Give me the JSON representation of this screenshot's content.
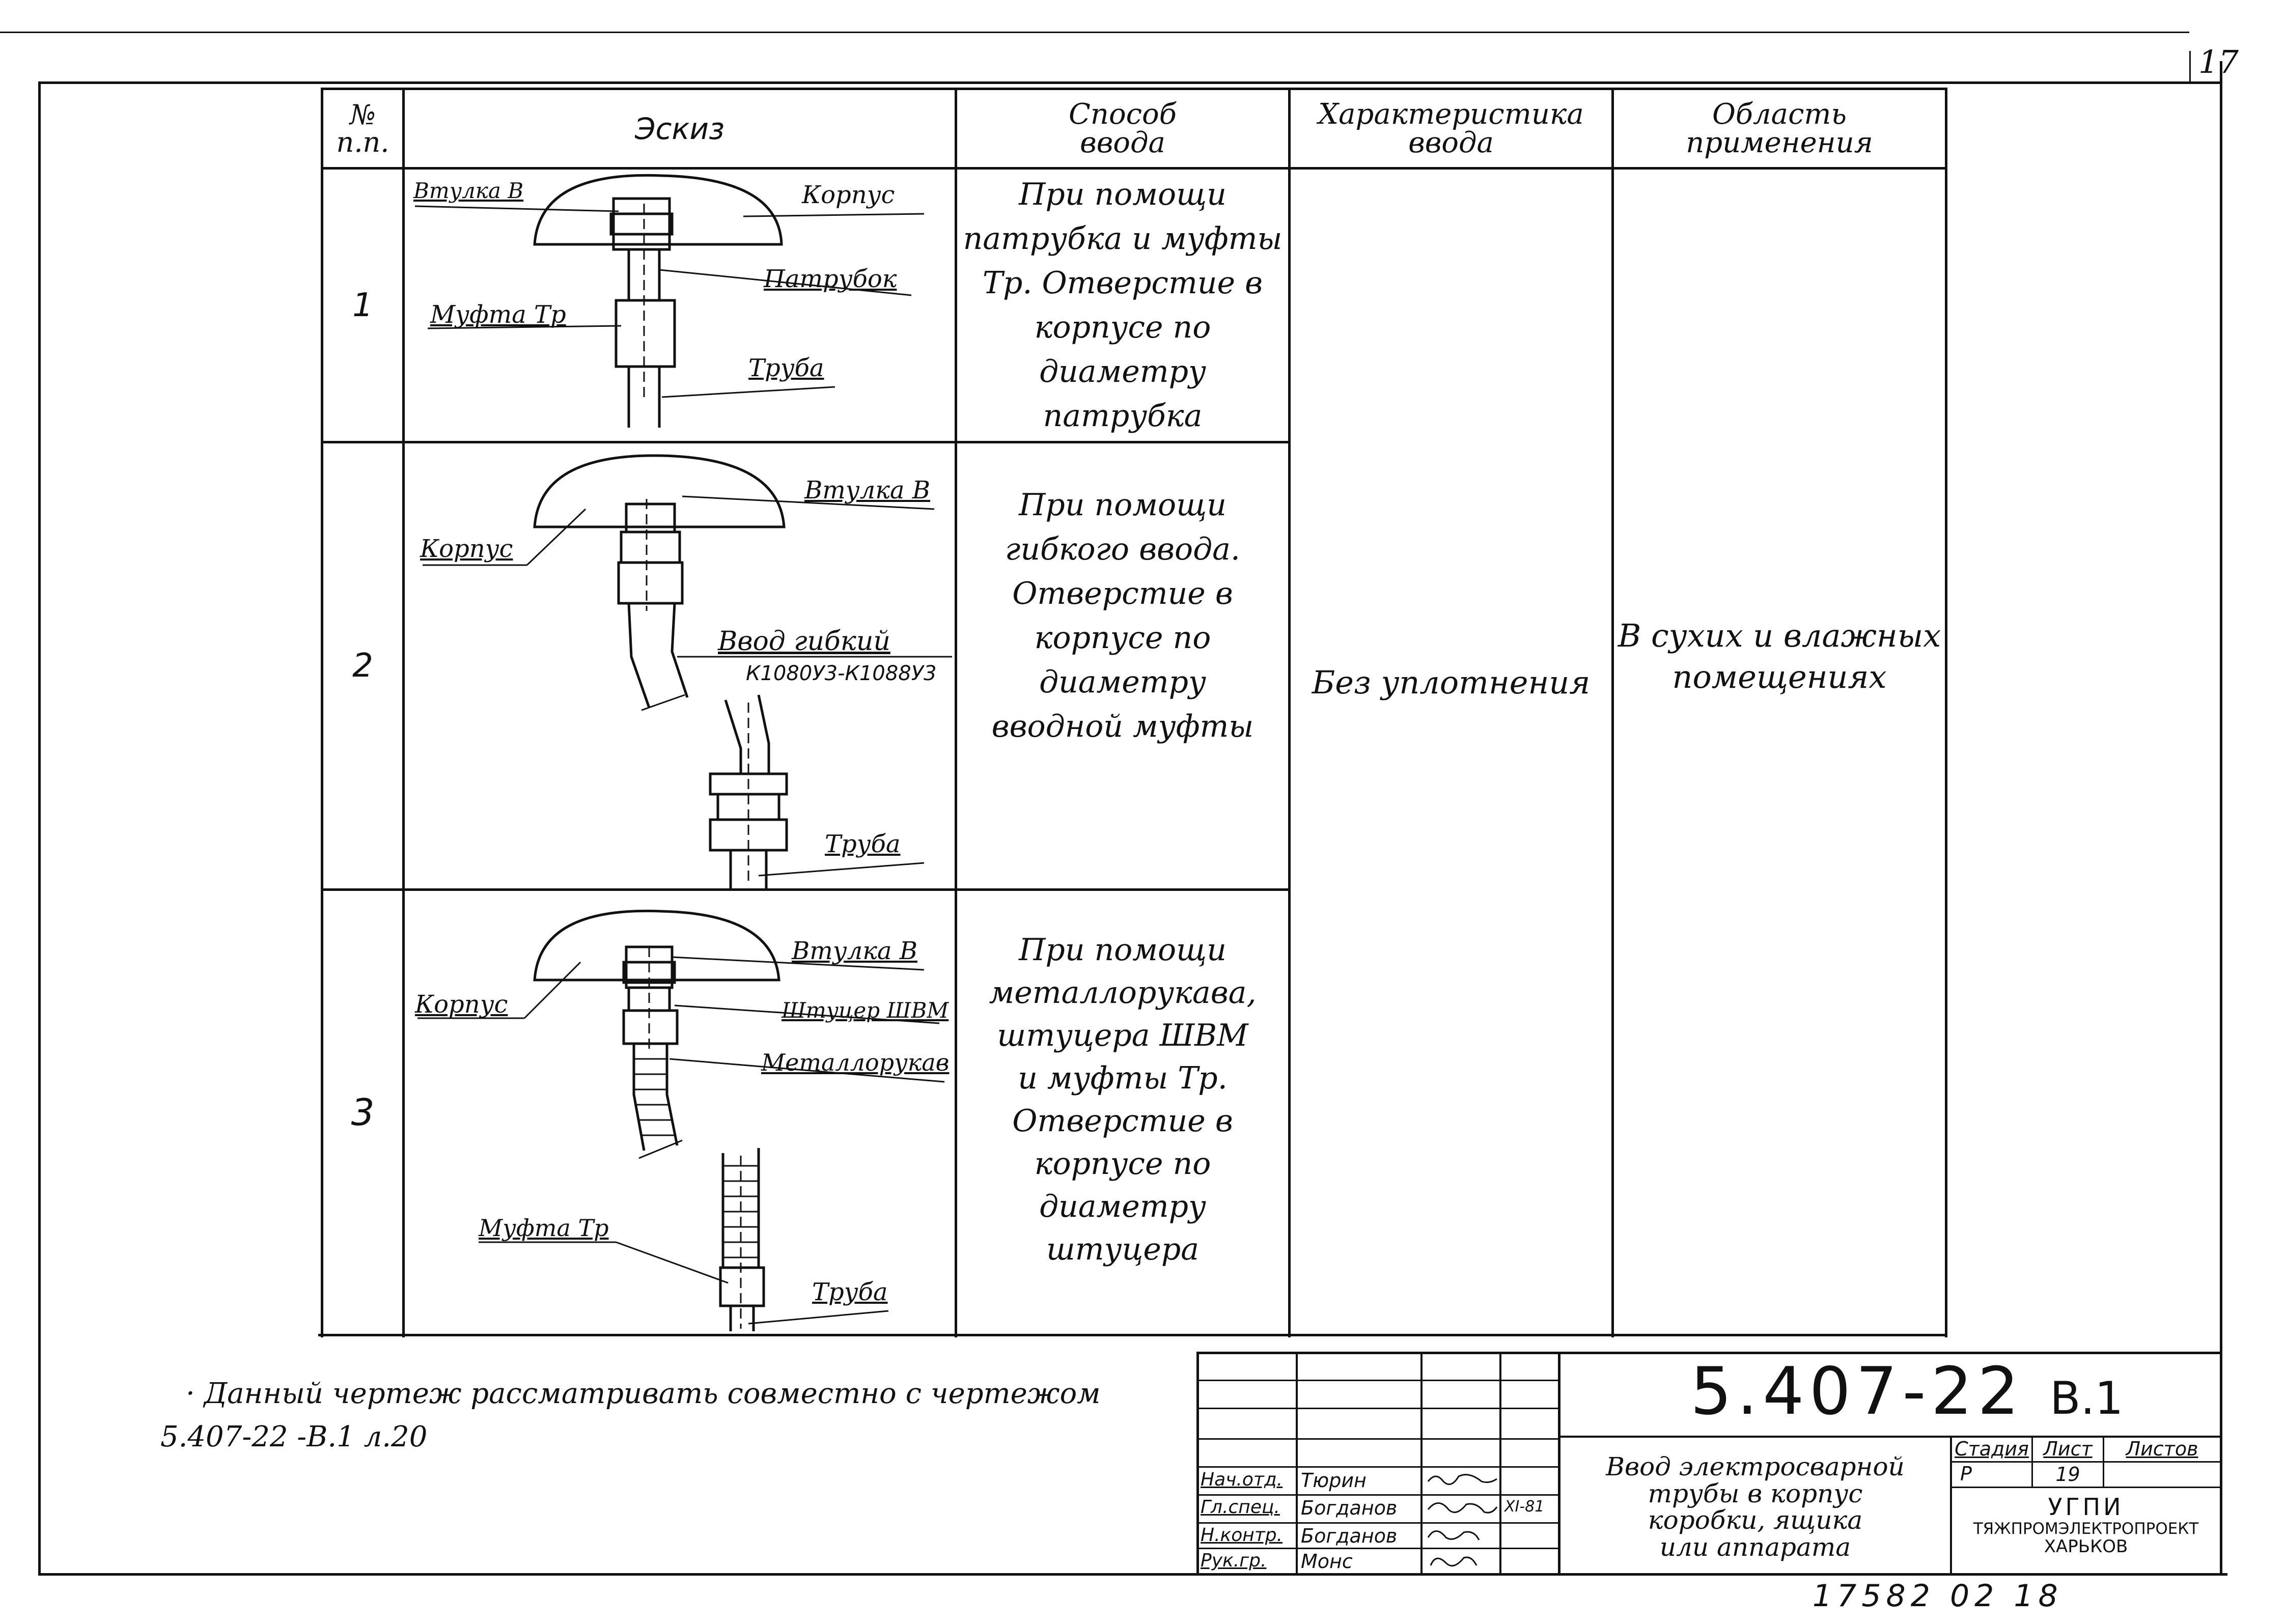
{
  "sheet_number": "17",
  "header": {
    "num_col": "№\nп.п.",
    "sketch": "Эскиз",
    "method": "Способ\nввода",
    "characteristic": "Характеристика\nввода",
    "scope": "Область\nприменения"
  },
  "rows": [
    {
      "num": "1",
      "method": "При помощи\nпатрубка и муфты\nТр. Отверстие в\nкорпусе по диаметру\nпатрубка",
      "labels": {
        "bushing": "Втулка В",
        "body": "Корпус",
        "nozzle": "Патрубок",
        "coupling": "Муфта Тр",
        "pipe": "Труба"
      }
    },
    {
      "num": "2",
      "method": "При помощи\nгибкого ввода.\nОтверстие в\nкорпусе по диаметру\nвводной муфты",
      "labels": {
        "bushing": "Втулка В",
        "body": "Корпус",
        "flex": "Ввод гибкий",
        "flex_code": "К1080У3-К1088У3",
        "pipe": "Труба"
      }
    },
    {
      "num": "3",
      "method": "При помощи\nметаллорукава,\nштуцера ШВМ\nи муфты Тр.\nОтверстие в\nкорпусе по диаметру\nштуцера",
      "labels": {
        "bushing": "Втулка В",
        "body": "Корпус",
        "fitting": "Штуцер ШВМ",
        "hose": "Металлорукав",
        "coupling": "Муфта Тр",
        "pipe": "Труба"
      }
    }
  ],
  "characteristic_value": "Без уплотнения",
  "scope_value": "В сухих и влажных\nпомещениях",
  "note": {
    "line1": "Данный чертеж рассматривать совместно с чертежом",
    "line2": "5.407-22 -В.1 л.20"
  },
  "title_block": {
    "doc_code": "5.407-22",
    "doc_suffix": "В.1",
    "title": "Ввод электросварной\nтрубы в корпус\nкоробки, ящика\nили аппарата",
    "stage_label": "Стадия",
    "sheet_label": "Лист",
    "sheets_label": "Листов",
    "stage": "Р",
    "sheet": "19",
    "sheets": "",
    "org_line1": "УГПИ",
    "org_line2": "ТЯЖПРОМЭЛЕКТРОПРОЕКТ",
    "org_line3": "ХАРЬКОВ",
    "roles": [
      {
        "role": "Нач.отд.",
        "name": "Тюрин",
        "sign": "",
        "date": ""
      },
      {
        "role": "Гл.спец.",
        "name": "Богданов",
        "sign": "",
        "date": "XI-81"
      },
      {
        "role": "Н.контр.",
        "name": "Богданов",
        "sign": "",
        "date": ""
      },
      {
        "role": "Рук.гр.",
        "name": "Монс",
        "sign": "",
        "date": ""
      }
    ]
  },
  "bottom_stamp": "17582 02 18"
}
